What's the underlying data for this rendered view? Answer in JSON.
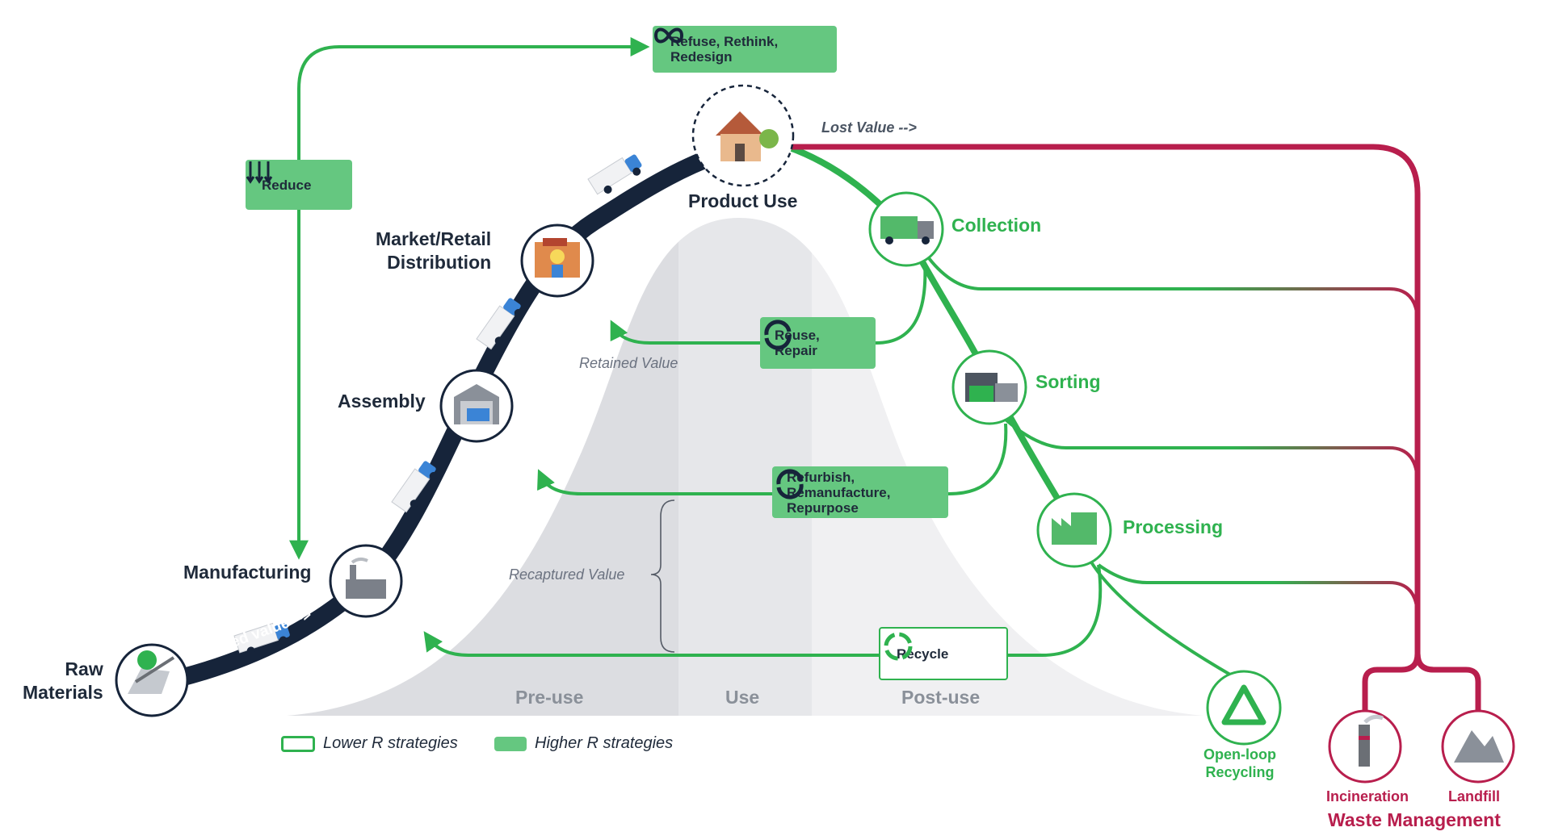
{
  "lifecycle": {
    "raw_materials": "Raw\nMaterials",
    "manufacturing": "Manufacturing",
    "assembly": "Assembly",
    "market_retail": "Market/Retail\nDistribution",
    "product_use": "Product Use",
    "added_value": "Added value -->",
    "lost_value": "Lost Value -->"
  },
  "post_use_nodes": {
    "collection": "Collection",
    "sorting": "Sorting",
    "processing": "Processing",
    "open_loop": "Open-loop\nRecycling"
  },
  "strategies": {
    "refuse": "Refuse, Rethink,\nRedesign",
    "reduce": "Reduce",
    "reuse": "Reuse,\nRepair",
    "refurbish": "Refurbish,\nRemanufacture,\nRepurpose",
    "recycle": "Recycle"
  },
  "value_labels": {
    "retained": "Retained Value",
    "recaptured": "Recaptured Value"
  },
  "phases": {
    "pre_use": "Pre-use",
    "use": "Use",
    "post_use": "Post-use"
  },
  "waste": {
    "incineration": "Incineration",
    "landfill": "Landfill",
    "title": "Waste Management"
  },
  "legend": {
    "lower": "Lower R strategies",
    "higher": "Higher R strategies"
  },
  "colors": {
    "navy": "#16243a",
    "green": "#2fb24f",
    "green_fill": "#65c780",
    "crimson": "#b81e4d",
    "bell_gray": "#e8e9ec"
  },
  "icons": [
    "raw-materials-icon",
    "factory-icon",
    "warehouse-icon",
    "store-icon",
    "house-icon",
    "garbage-truck-icon",
    "sorting-facility-icon",
    "processing-plant-icon",
    "recycle-triangle-icon",
    "incinerator-icon",
    "landfill-icon",
    "delivery-truck-icon",
    "infinity-icon",
    "down-arrows-icon",
    "circular-arrows-icon"
  ]
}
